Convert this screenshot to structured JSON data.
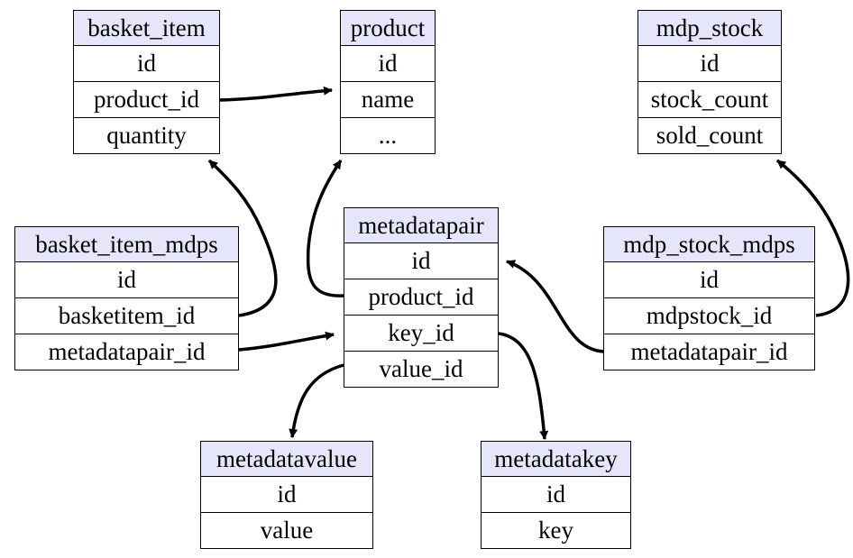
{
  "tables": {
    "basket_item": {
      "title": "basket_item",
      "fields": [
        "id",
        "product_id",
        "quantity"
      ]
    },
    "product": {
      "title": "product",
      "fields": [
        "id",
        "name",
        "..."
      ]
    },
    "mdp_stock": {
      "title": "mdp_stock",
      "fields": [
        "id",
        "stock_count",
        "sold_count"
      ]
    },
    "basket_item_mdps": {
      "title": "basket_item_mdps",
      "fields": [
        "id",
        "basketitem_id",
        "metadatapair_id"
      ]
    },
    "metadatapair": {
      "title": "metadatapair",
      "fields": [
        "id",
        "product_id",
        "key_id",
        "value_id"
      ]
    },
    "mdp_stock_mdps": {
      "title": "mdp_stock_mdps",
      "fields": [
        "id",
        "mdpstock_id",
        "metadatapair_id"
      ]
    },
    "metadatavalue": {
      "title": "metadatavalue",
      "fields": [
        "id",
        "value"
      ]
    },
    "metadatakey": {
      "title": "metadatakey",
      "fields": [
        "id",
        "key"
      ]
    }
  },
  "relations": [
    {
      "from": "basket_item.product_id",
      "to": "product"
    },
    {
      "from": "basket_item_mdps.basketitem_id",
      "to": "basket_item"
    },
    {
      "from": "basket_item_mdps.metadatapair_id",
      "to": "metadatapair"
    },
    {
      "from": "metadatapair.product_id",
      "to": "product"
    },
    {
      "from": "metadatapair.key_id",
      "to": "metadatakey"
    },
    {
      "from": "metadatapair.value_id",
      "to": "metadatavalue"
    },
    {
      "from": "mdp_stock_mdps.mdpstock_id",
      "to": "mdp_stock"
    },
    {
      "from": "mdp_stock_mdps.metadatapair_id",
      "to": "metadatapair"
    }
  ],
  "colors": {
    "header_fill": "#e6e6fa",
    "line": "#000000"
  }
}
